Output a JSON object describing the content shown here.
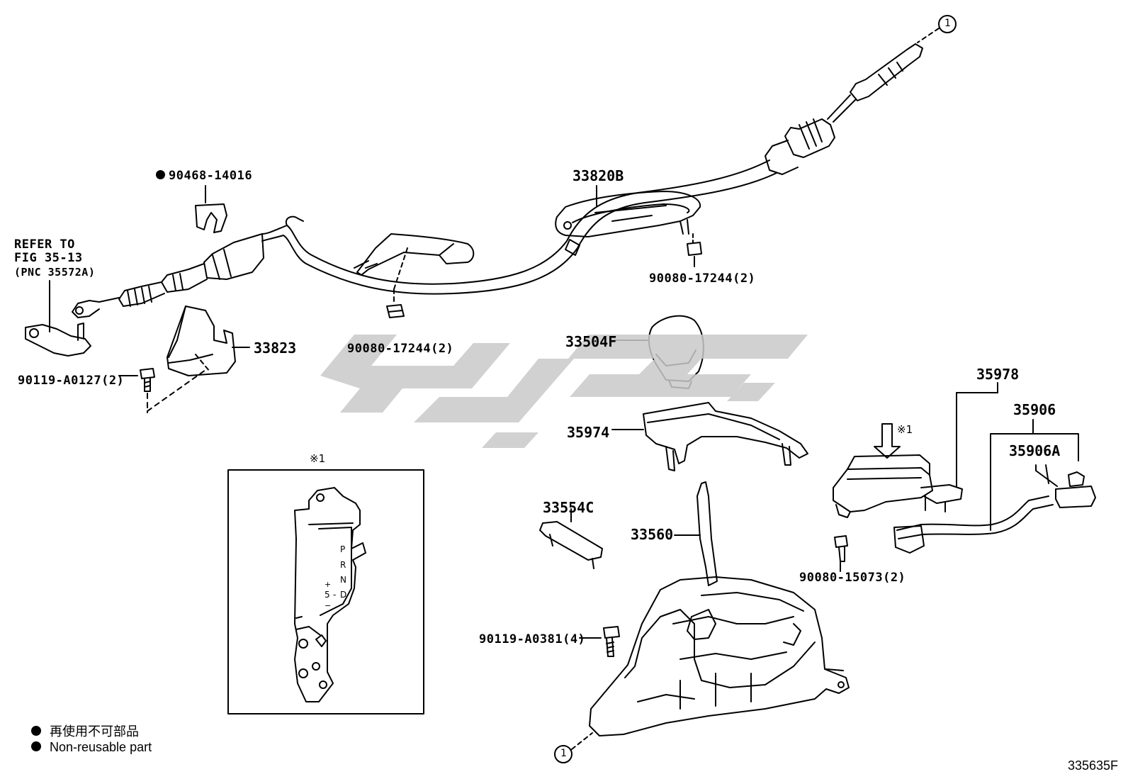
{
  "labels": {
    "p90468": "90468-14016",
    "refer_line1": "REFER TO",
    "refer_line2": "FIG 35-13",
    "refer_line3": "(PNC 35572A)",
    "p33820B": "33820B",
    "p90080_top": "90080-17244(2)",
    "p33823": "33823",
    "p90080_mid": "90080-17244(2)",
    "p90119_a0127": "90119-A0127(2)",
    "p33504F": "33504F",
    "p35974": "35974",
    "p35978": "35978",
    "p35906": "35906",
    "p35906A": "35906A",
    "p33554C": "33554C",
    "p33560": "33560",
    "p90080_15073": "90080-15073(2)",
    "p90119_a0381": "90119-A0381(4)"
  },
  "callouts": {
    "circle_ref": "1",
    "detail_mark": "※1"
  },
  "shift_pattern": {
    "p": "P",
    "r": "R",
    "n": "N",
    "d": "D",
    "plus": "+",
    "five": "5",
    "minus": "−",
    "dash": "-"
  },
  "legend": {
    "japanese": "再使用不可部品",
    "english": "Non-reusable part"
  },
  "figure_code": "335635F",
  "colors": {
    "line": "#000000",
    "watermark": "#c9c9c9"
  }
}
